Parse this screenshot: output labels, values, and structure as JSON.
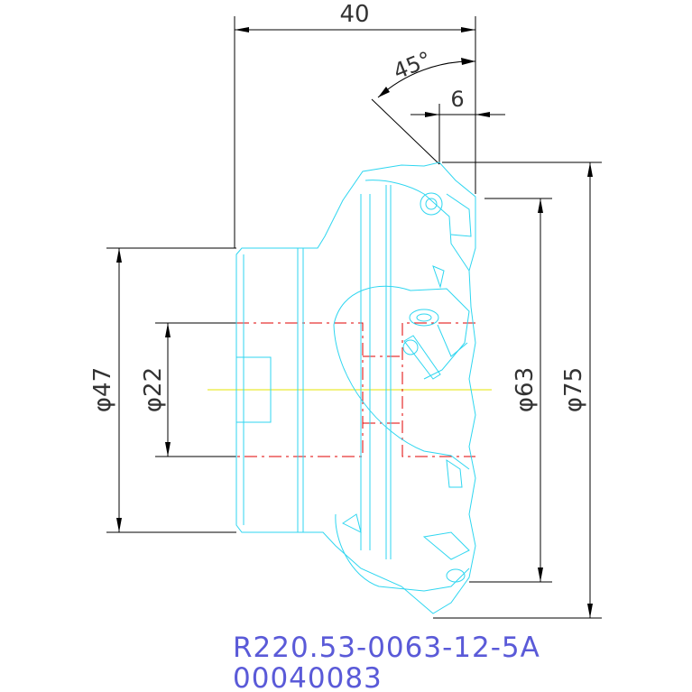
{
  "dimensions": {
    "width_40": "40",
    "angle_45": "45°",
    "width_6": "6",
    "dia_47": "φ47",
    "dia_22": "φ22",
    "dia_63": "φ63",
    "dia_75": "φ75"
  },
  "part_code": "R220.53-0063-12-5A",
  "part_number": "00040083",
  "colors": {
    "outline": "#2fd6f0",
    "hidden_lines": "#e00000",
    "centerline": "#e6e600",
    "dimensions": "#000000",
    "code_text": "#5a5ad8"
  }
}
